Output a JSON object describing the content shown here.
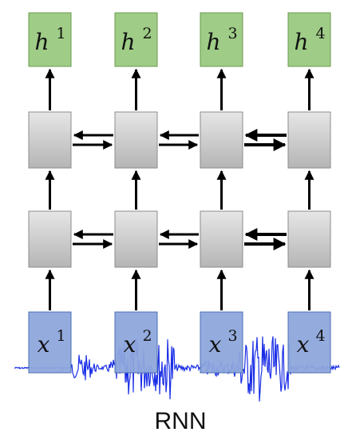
{
  "caption": "RNN",
  "outputs": [
    {
      "var": "h",
      "sup": "1"
    },
    {
      "var": "h",
      "sup": "2"
    },
    {
      "var": "h",
      "sup": "3"
    },
    {
      "var": "h",
      "sup": "4"
    }
  ],
  "inputs": [
    {
      "var": "x",
      "sup": "1"
    },
    {
      "var": "x",
      "sup": "2"
    },
    {
      "var": "x",
      "sup": "3"
    },
    {
      "var": "x",
      "sup": "4"
    }
  ],
  "colors": {
    "output_fill": "#9fcc86",
    "output_stroke": "#6a9a4f",
    "hidden_fill_top": "#e6e6e6",
    "hidden_fill_bottom": "#b5b5b5",
    "hidden_stroke": "#8c8c8c",
    "input_fill": "#8ea7dc",
    "input_stroke": "#4a6fb4",
    "arrow": "#000000",
    "waveform": "#1a2ee6"
  }
}
